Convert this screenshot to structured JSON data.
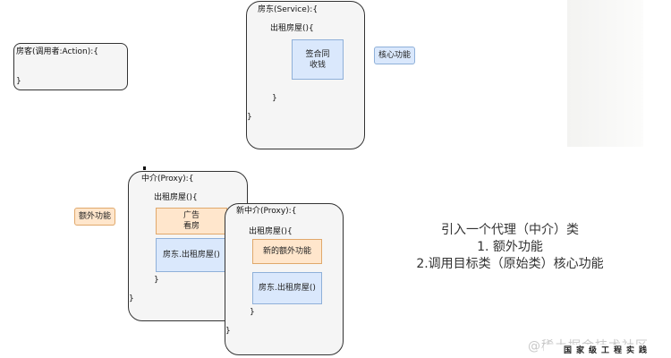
{
  "tenant": {
    "header": "房客(调用者:Action):{",
    "close": "}"
  },
  "landlord": {
    "header": "房东(Service):{",
    "method": "出租房屋(){",
    "core_action": "签合同\n收钱",
    "method_close": "}",
    "close": "}"
  },
  "core_label": "核心功能",
  "proxy": {
    "header": "中介(Proxy):{",
    "method": "出租房屋(){",
    "extra_action": "广告\n看房",
    "call": "房东.出租房屋()",
    "method_close": "}",
    "close": "}"
  },
  "extra_label": "额外功能",
  "new_proxy": {
    "header": "新中介(Proxy):{",
    "method": "出租房屋(){",
    "extra_action": "新的额外功能",
    "call": "房东.出租房屋()",
    "method_close": "}",
    "close": "}"
  },
  "summary": {
    "line1": "引入一个代理（中介）类",
    "line2": "1. 额外功能",
    "line3": "2.调用目标类（原始类）核心功能"
  },
  "footer": {
    "watermark": "@稀土掘金技术社区",
    "stamp": "国家级工程实践"
  },
  "colors": {
    "core_fill": "#dae8fc",
    "extra_fill": "#ffe6cc",
    "container_fill": "#f5f5f5"
  }
}
